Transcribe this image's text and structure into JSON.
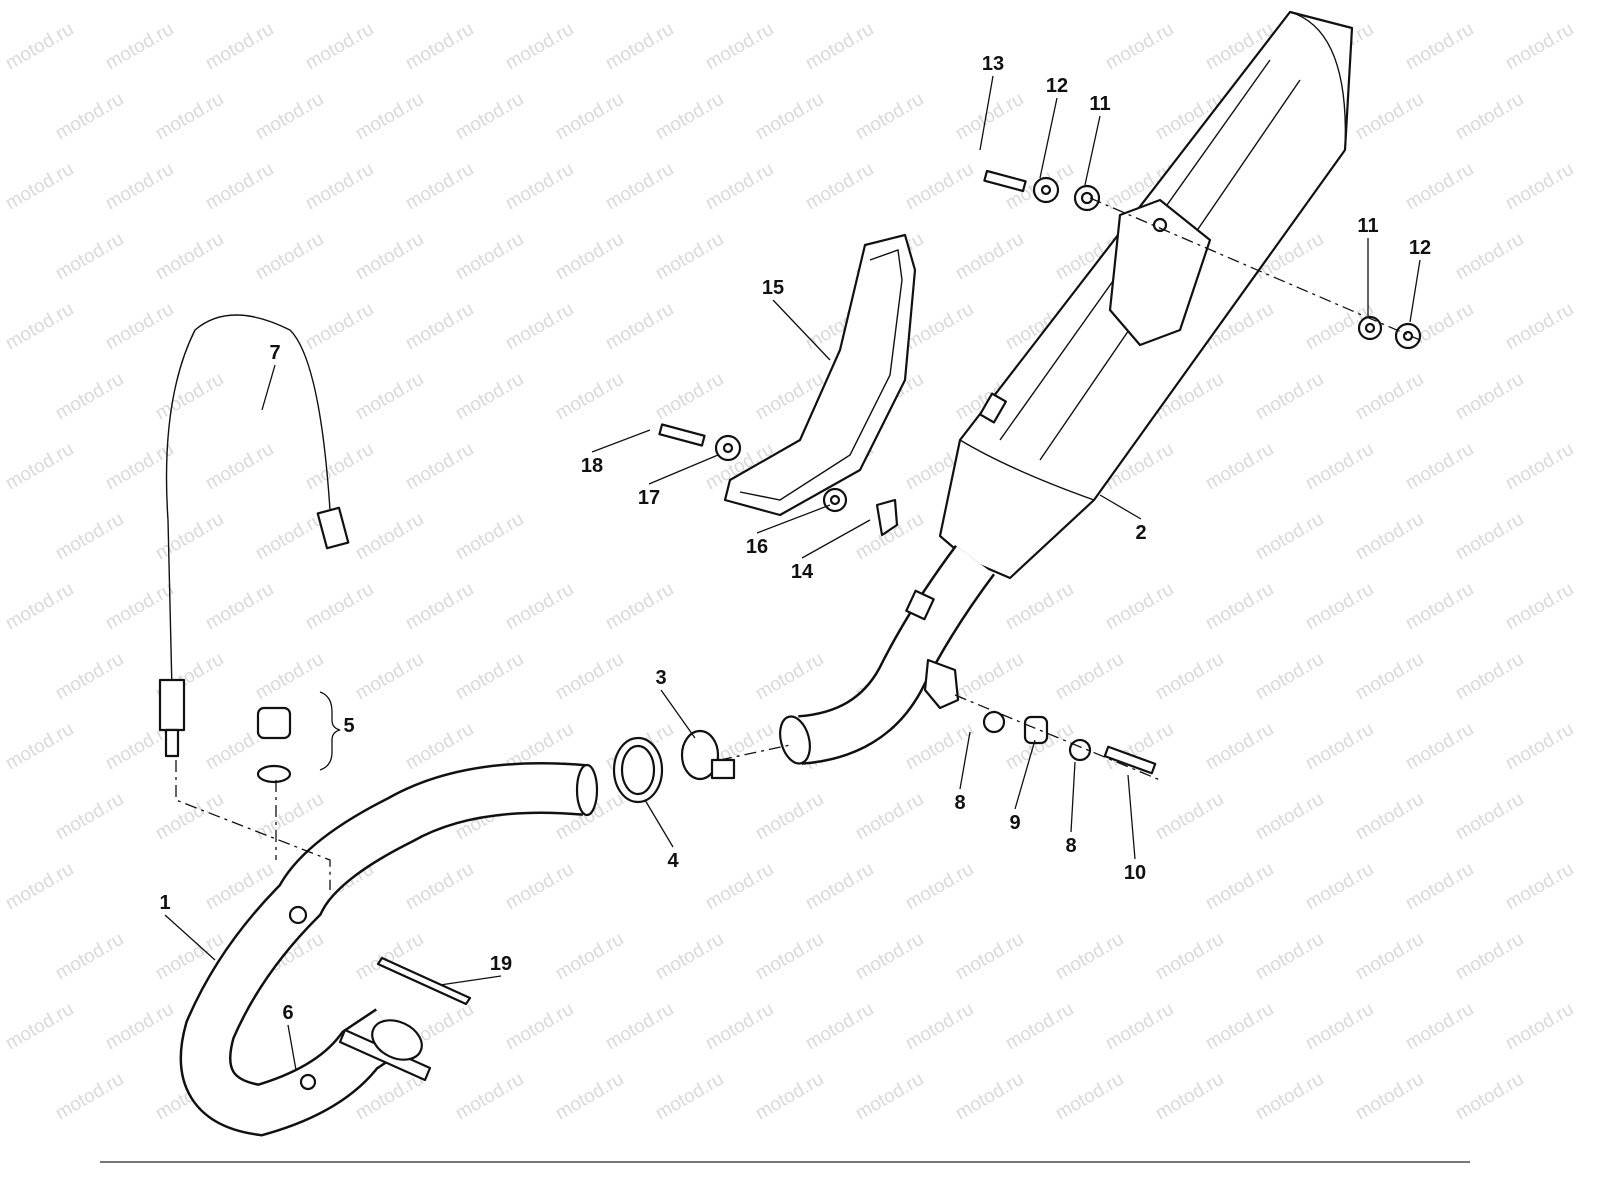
{
  "diagram": {
    "title": "Exhaust system exploded view",
    "watermark": "motod.ru",
    "callouts": [
      "13",
      "12",
      "11",
      "11",
      "12",
      "15",
      "7",
      "18",
      "17",
      "2",
      "16",
      "14",
      "3",
      "5",
      "8",
      "9",
      "8",
      "4",
      "10",
      "1",
      "19",
      "6"
    ]
  }
}
